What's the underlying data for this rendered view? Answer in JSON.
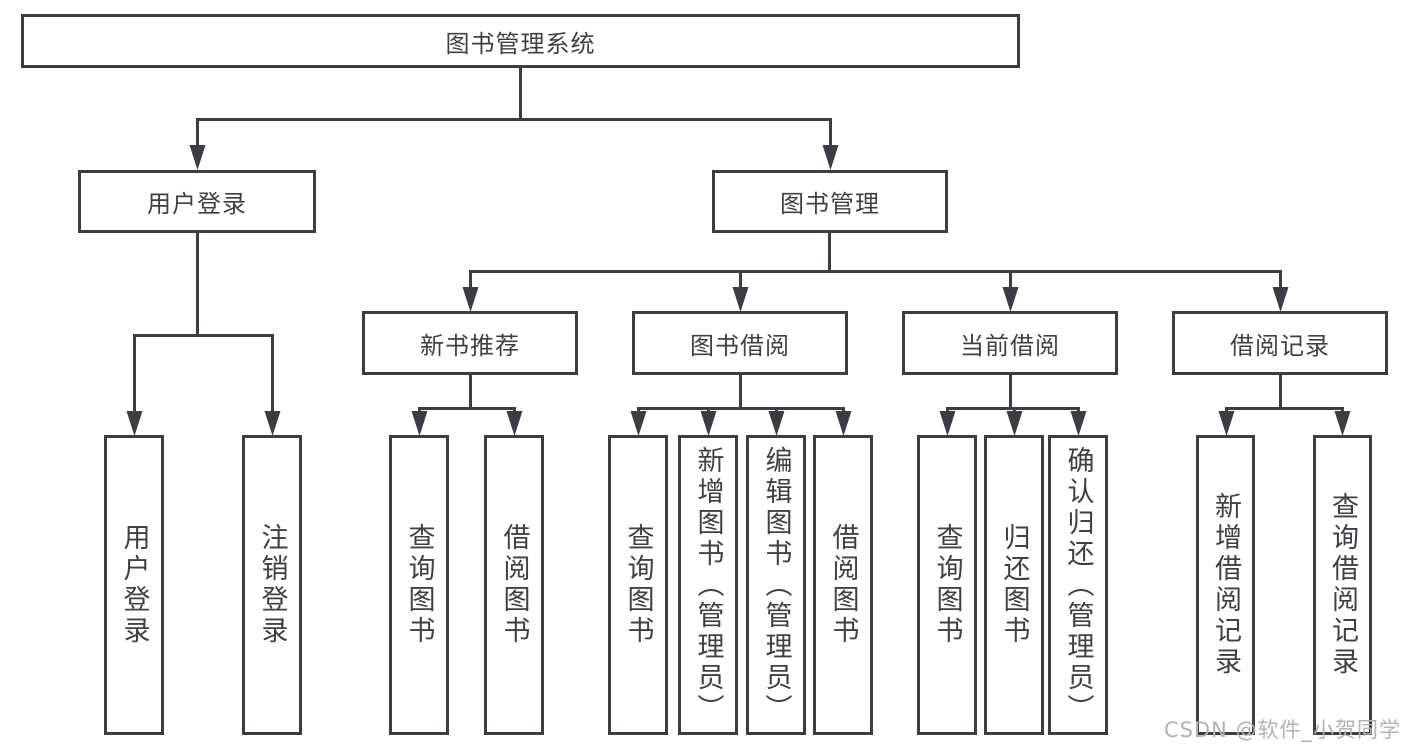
{
  "diagram": {
    "root": {
      "label": "图书管理系统"
    },
    "level2": {
      "login": {
        "label": "用户登录"
      },
      "manage": {
        "label": "图书管理"
      }
    },
    "level3": {
      "recommend": {
        "label": "新书推荐"
      },
      "borrow": {
        "label": "图书借阅"
      },
      "current": {
        "label": "当前借阅"
      },
      "records": {
        "label": "借阅记录"
      }
    },
    "leaves": {
      "user_login": {
        "label": "用户登录"
      },
      "logout": {
        "label": "注销登录"
      },
      "rec_query": {
        "label": "查询图书"
      },
      "rec_borrow": {
        "label": "借阅图书"
      },
      "bor_query": {
        "label": "查询图书"
      },
      "bor_add": {
        "label": "新增图书（管理员）"
      },
      "bor_edit": {
        "label": "编辑图书（管理员）"
      },
      "bor_borrow": {
        "label": "借阅图书"
      },
      "cur_query": {
        "label": "查询图书"
      },
      "cur_return": {
        "label": "归还图书"
      },
      "cur_confirm": {
        "label": "确认归还（管理员）"
      },
      "add_record": {
        "label": "新增借阅记录"
      },
      "query_record": {
        "label": "查询借阅记录"
      }
    },
    "watermark": "CSDN @软件_小贺同学",
    "colors": {
      "line": "#3a3d41",
      "text": "#3d4146",
      "watermark": "#b2b2b2"
    }
  }
}
